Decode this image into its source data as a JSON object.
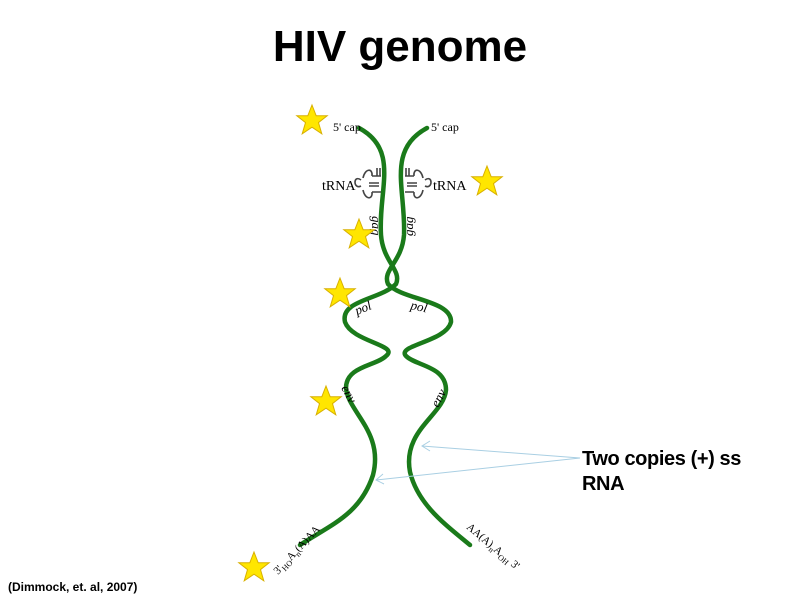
{
  "title": "HIV genome",
  "strands": {
    "left": {
      "five_prime": "5' cap",
      "trna": "tRNA",
      "gag": "gag",
      "pol": "pol",
      "env": "env",
      "three_prime_main": "3'",
      "three_prime_sub": "HO",
      "three_prime_tail_a": "A",
      "three_prime_tail_n": "n",
      "three_prime_tail_b": "(A)AA"
    },
    "right": {
      "five_prime": "5' cap",
      "trna": "tRNA",
      "gag": "gag",
      "pol": "pol",
      "env": "env",
      "three_prime_head": "AA(A)",
      "three_prime_n": "n",
      "three_prime_a": "A",
      "three_prime_sub": "OH",
      "three_prime_main": "3'"
    }
  },
  "annotation": "Two copies (+) ss RNA",
  "citation": "(Dimmock, et. al, 2007)",
  "colors": {
    "strand": "#1a7a1a",
    "star_fill": "#ffe600",
    "star_stroke": "#d8b000",
    "arrow": "#a9cfe3"
  },
  "icons": [
    "star-icon",
    "trna-cloverleaf-icon"
  ]
}
